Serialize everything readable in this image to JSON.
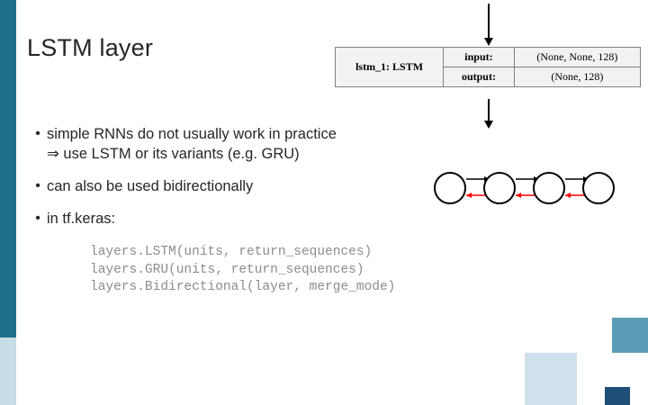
{
  "slide": {
    "title": "LSTM layer",
    "bullets": [
      {
        "marker": "•",
        "line1": "simple RNNs do not usually work in practice",
        "line2": "⇒ use LSTM or its variants (e.g. GRU)"
      },
      {
        "marker": "•",
        "line1": "can also be used bidirectionally",
        "line2": ""
      },
      {
        "marker": "•",
        "line1": "in tf.keras:",
        "line2": ""
      }
    ],
    "code": "layers.LSTM(units, return_sequences)\nlayers.GRU(units, return_sequences)\nlayers.Bidirectional(layer, merge_mode)"
  },
  "keras_diagram": {
    "layer_name": "lstm_1: LSTM",
    "input_label": "input:",
    "input_shape": "(None, None, 128)",
    "output_label": "output:",
    "output_shape": "(None, 128)",
    "arrow_in": "arrow-down-into-layer",
    "arrow_out": "arrow-down-out-of-layer"
  },
  "chain_diagram": {
    "node_count": 4,
    "forward_arrow_color": "#000000",
    "backward_arrow_color": "#ff0000",
    "node_label": ""
  },
  "theme": {
    "accent_teal": "#1f6f8b",
    "accent_lightblue": "#c7dde8",
    "accent_pale": "#cfe1ec",
    "accent_steel": "#5b9bb5",
    "accent_navy": "#1f4e79",
    "text_color": "#262626",
    "code_color": "#8c8c8c"
  }
}
